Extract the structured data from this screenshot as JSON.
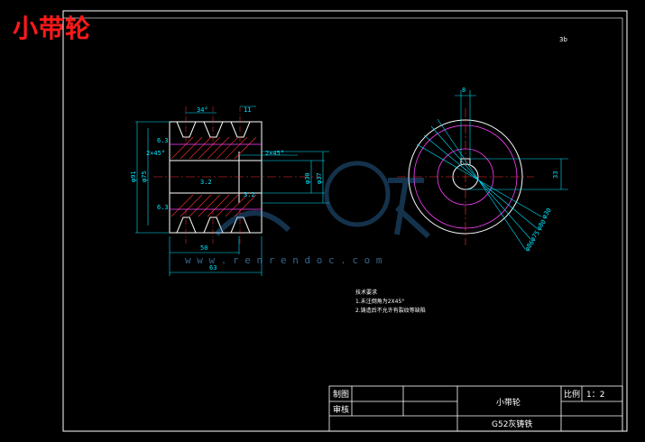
{
  "title": "小带轮",
  "corner_mark": "3b",
  "watermark": "w w w . r e n r e n d o c . c o m",
  "dimensions": {
    "groove_angle": "34°",
    "groove_pitch": "11",
    "chamfer_left": "2×45°",
    "chamfer_right": "2×45°",
    "ra_top": "6.3",
    "ra_bottom": "6.3",
    "ra_bore": "3.2",
    "ra_bore2": "3.2",
    "outer_dia": "φ91",
    "dia_75": "φ75",
    "bore_dia": "φ30",
    "hub_dia": "φ37",
    "width_50": "50",
    "width_63": "63",
    "key_width": "8",
    "key_depth": "33",
    "r_d1": "φ30",
    "r_d2": "φ80",
    "r_d3": "φ75",
    "r_d4": "φ86"
  },
  "notes": {
    "heading": "技术要求",
    "line1": "1.未注倒角为2X45°",
    "line2": "2.铸造后不允许有裂纹等缺陷"
  },
  "title_block": {
    "draw_label": "制图",
    "review_label": "审核",
    "part_name": "小带轮",
    "material": "G52灰铸铁",
    "scale_label": "比例",
    "scale_value": "1：2"
  }
}
